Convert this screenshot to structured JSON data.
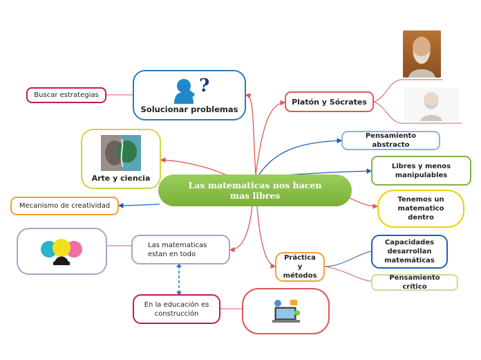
{
  "central": {
    "title": "Las matematicas nos hacen mas libres"
  },
  "nodes": {
    "buscar": "Buscar estrategias",
    "solucionar": "Solucionar problemas",
    "arte": "Arte y ciencia",
    "mecanismo": "Mecanismo de creatividad",
    "estan_en_todo": "Las matematicas estan en todo",
    "educacion": "En la educación es construcción",
    "platon": "Platón y Sócrates",
    "pensamiento_abstracto": "Pensamiento abstracto",
    "libres": "Libres y menos manipulables",
    "tenemos": "Tenemos un matematico dentro",
    "practica": "Práctica y métodos",
    "capacidades": "Capacidades desarrollan matemáticas",
    "critico": "Pensamiento crítico"
  },
  "colors": {
    "central_green": "#8bc34a",
    "red": "#e05555",
    "pink": "#c2185b",
    "orange": "#f0a030",
    "blue": "#1e5fb4",
    "green": "#7cb342",
    "yellow": "#d4e157",
    "purple": "#a9a3c7",
    "magenta": "#c2185b",
    "teal": "#2a7ab8"
  },
  "icons": [
    "person-question-icon",
    "brain-painting-icon",
    "paint-blob-icon",
    "education-collage-icon",
    "plato-portrait-icon",
    "socrates-portrait-icon"
  ]
}
